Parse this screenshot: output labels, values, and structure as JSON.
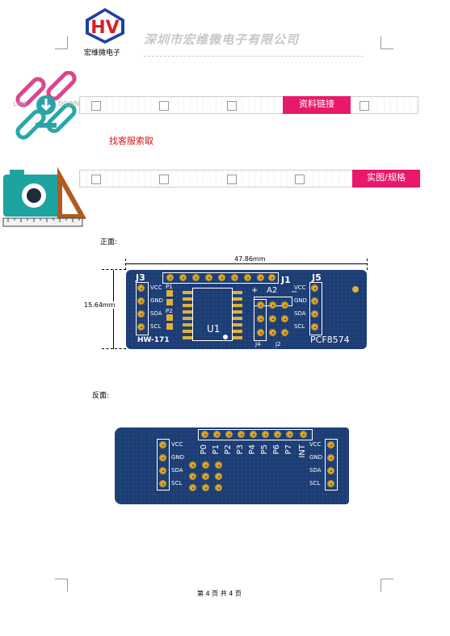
{
  "header": {
    "logo_letters": "HV",
    "logo_caption": "宏维微电子",
    "company_name": "深圳市宏维微电子有限公司"
  },
  "link_icon": {
    "left": "LINK",
    "right": "DOWN"
  },
  "buttons": {
    "data_link": "资料链接",
    "photos_specs": "实图/规格"
  },
  "contact_service": "找客服索取",
  "front": {
    "label": "正面:",
    "dim_width": "47.86mm",
    "dim_height": "15.64mm",
    "silk": {
      "j3": "J3",
      "j1": "J1",
      "j5": "J5",
      "a2": "A2",
      "u1": "U1",
      "j4": "J4",
      "j2": "J2",
      "p1": "P1",
      "p2": "P2",
      "model": "HW-171",
      "chip": "PCF8574",
      "pins_left": [
        "VCC",
        "GND",
        "SDA",
        "SCL"
      ],
      "pins_right": [
        "VCC",
        "GND",
        "SDA",
        "SCL"
      ],
      "plus": "+",
      "minus": "−"
    }
  },
  "back": {
    "label": "反面:",
    "pins_left": [
      "VCC",
      "GND",
      "SDA",
      "SCL"
    ],
    "pins_right": [
      "VCC",
      "GND",
      "SDA",
      "SCL"
    ],
    "header_pins": [
      "P0",
      "P1",
      "P2",
      "P3",
      "P4",
      "P5",
      "P6",
      "P7",
      "INT"
    ]
  },
  "footer": {
    "page": "第 4 页 共 4 页"
  }
}
